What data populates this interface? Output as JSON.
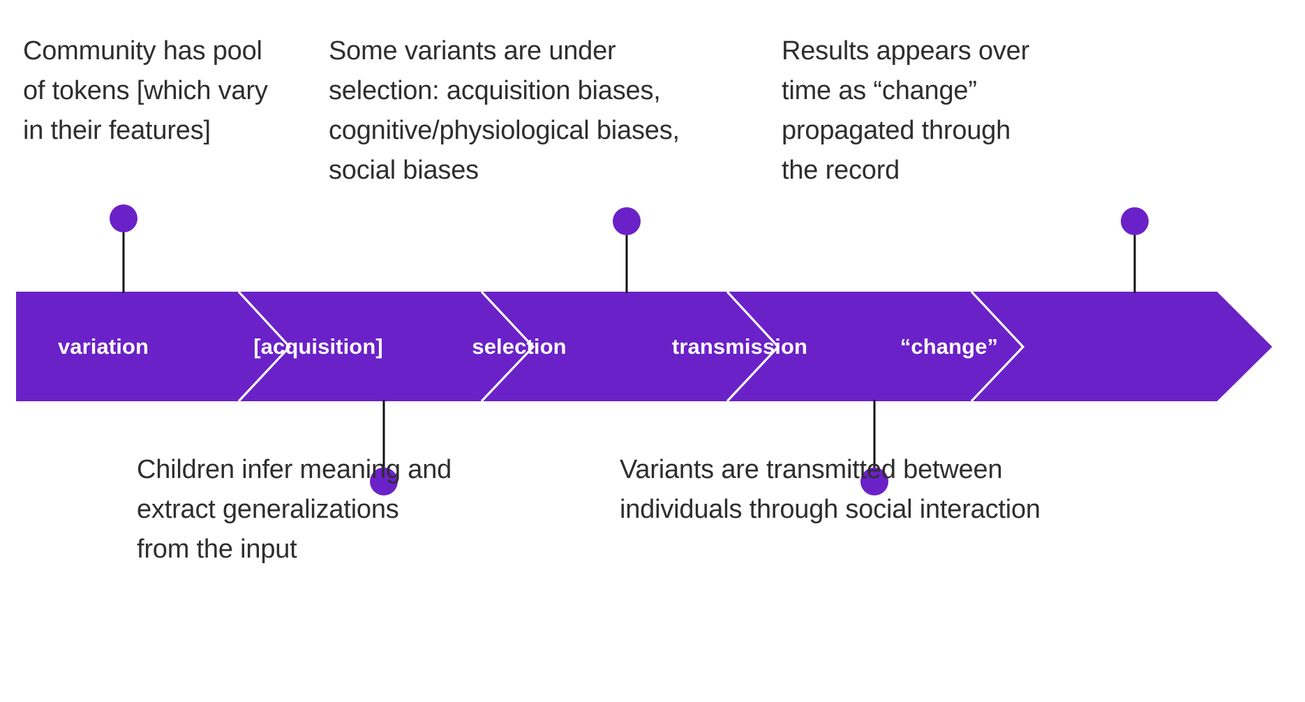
{
  "diagram": {
    "title": "Language change process flow",
    "colors": {
      "bar_purple": "#6B21C8",
      "dot_purple": "#6B21C8",
      "connector_black": "#111111",
      "separator_white": "#ffffff",
      "text_dark": "#2e2e2e",
      "background": "#ffffff"
    },
    "stages": [
      {
        "label": "variation"
      },
      {
        "label": "[acquisition]"
      },
      {
        "label": "selection"
      },
      {
        "label": "transmission"
      },
      {
        "label": "“change”"
      }
    ],
    "annotations": {
      "top": [
        {
          "stage": "variation",
          "text": "Community has pool\nof tokens [which vary\nin their features]"
        },
        {
          "stage": "selection",
          "text": "Some variants are under\nselection: acquisition biases,\ncognitive/physiological biases,\nsocial biases"
        },
        {
          "stage": "“change”",
          "text": "Results appears over\ntime as “change”\npropagated through\nthe record"
        }
      ],
      "bottom": [
        {
          "stage": "[acquisition]",
          "text": "Children infer meaning and\nextract generalizations\nfrom the input"
        },
        {
          "stage": "transmission",
          "text": "Variants are transmitted between\nindividuals through social interaction"
        }
      ]
    }
  }
}
